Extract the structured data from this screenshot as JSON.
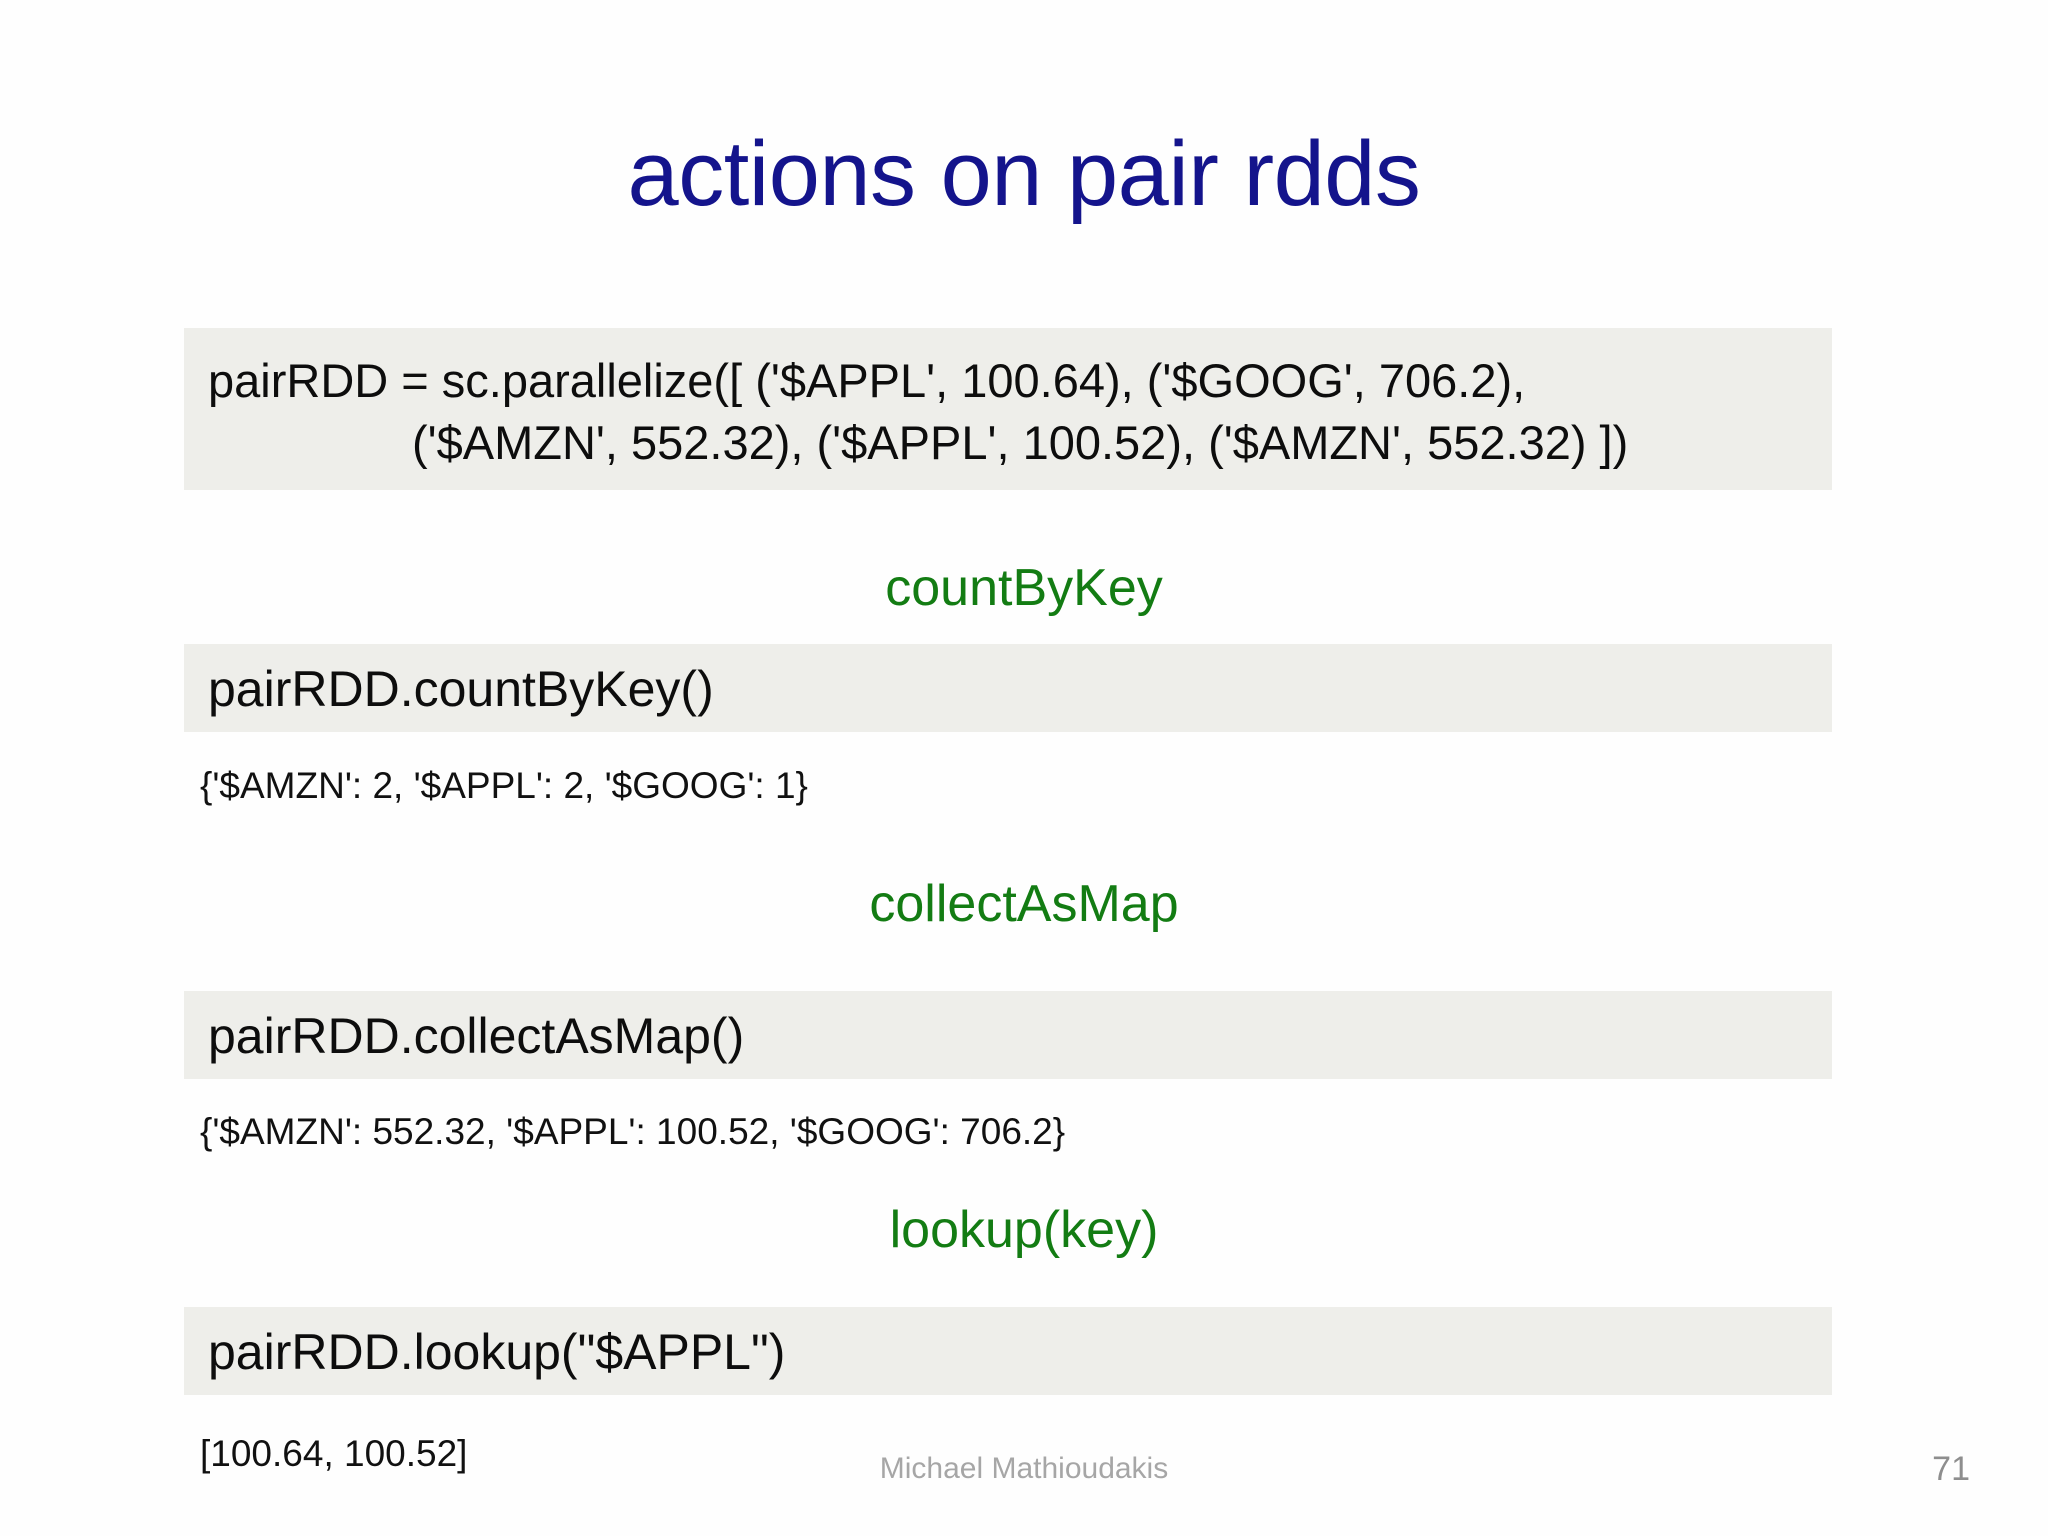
{
  "slide": {
    "title": "actions on pair rdds",
    "page_number": "71",
    "author": "Michael Mathioudakis",
    "colors": {
      "title": "#14148c",
      "heading_green": "#137c13",
      "code_background": "#eeeeea",
      "code_text": "#0d0d0d",
      "footer_grey": "#a6a6a6",
      "page_background": "#fefefe"
    }
  },
  "source_block": {
    "line1": "pairRDD = sc.parallelize([ ('$APPL', 100.64), ('$GOOG', 706.2),",
    "line2": "('$AMZN', 552.32), ('$APPL', 100.52), ('$AMZN', 552.32) ])"
  },
  "sections": [
    {
      "heading": "countByKey",
      "code": "pairRDD.countByKey()",
      "output": "{'$AMZN': 2, '$APPL': 2, '$GOOG': 1}"
    },
    {
      "heading": "collectAsMap",
      "code": "pairRDD.collectAsMap()",
      "output": "{'$AMZN': 552.32, '$APPL': 100.52, '$GOOG': 706.2}"
    },
    {
      "heading": "lookup(key)",
      "code": "pairRDD.lookup(\"$APPL\")",
      "output": "[100.64, 100.52]"
    }
  ]
}
